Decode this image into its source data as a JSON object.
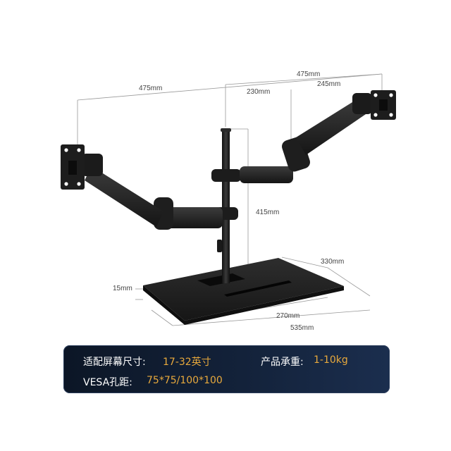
{
  "dimensions": {
    "top_total": "475mm",
    "left_width": "475mm",
    "center_span": "230mm",
    "right_span": "245mm",
    "pole_height": "415mm",
    "base_depth": "330mm",
    "base_thickness": "15mm",
    "slot_width": "270mm",
    "base_width": "535mm"
  },
  "specs": {
    "screen_size_label": "适配屏幕尺寸:",
    "screen_size_value": "17-32英寸",
    "load_label": "产品承重:",
    "load_value": "1-10kg",
    "vesa_label": "VESA孔距:",
    "vesa_value": "75*75/100*100"
  },
  "colors": {
    "panel_background": "#13223a",
    "value_accent": "#e8a93c",
    "label_text": "#ffffff",
    "product_black": "#1e1e1e"
  }
}
